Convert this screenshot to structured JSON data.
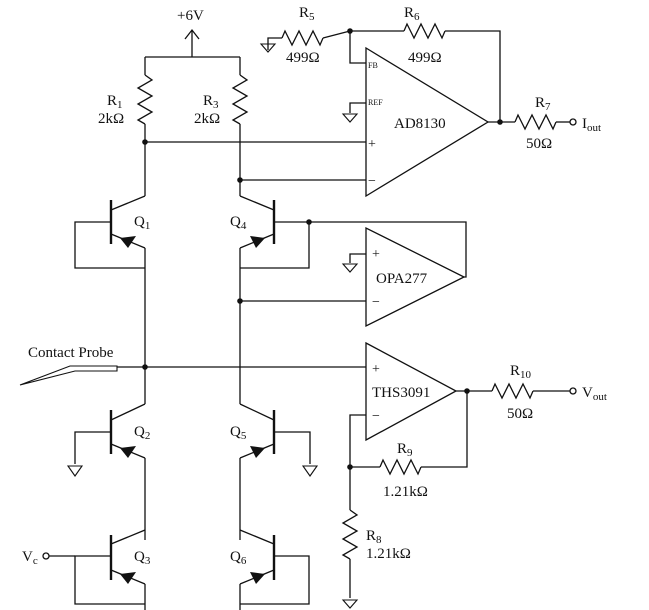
{
  "supply": {
    "label": "+6V"
  },
  "resistors": {
    "r1": {
      "name": "R",
      "sub": "1",
      "value": "2kΩ"
    },
    "r3": {
      "name": "R",
      "sub": "3",
      "value": "2kΩ"
    },
    "r5": {
      "name": "R",
      "sub": "5",
      "value": "499Ω"
    },
    "r6": {
      "name": "R",
      "sub": "6",
      "value": "499Ω"
    },
    "r7": {
      "name": "R",
      "sub": "7",
      "value": "50Ω"
    },
    "r8": {
      "name": "R",
      "sub": "8",
      "value": "1.21kΩ"
    },
    "r9": {
      "name": "R",
      "sub": "9",
      "value": "1.21kΩ"
    },
    "r10": {
      "name": "R",
      "sub": "10",
      "value": "50Ω"
    }
  },
  "transistors": {
    "q1": {
      "name": "Q",
      "sub": "1"
    },
    "q2": {
      "name": "Q",
      "sub": "2"
    },
    "q3": {
      "name": "Q",
      "sub": "3"
    },
    "q4": {
      "name": "Q",
      "sub": "4"
    },
    "q5": {
      "name": "Q",
      "sub": "5"
    },
    "q6": {
      "name": "Q",
      "sub": "6"
    }
  },
  "amplifiers": {
    "ad8130": {
      "name": "AD8130",
      "pin_fb": "FB",
      "pin_ref": "REF",
      "plus": "+",
      "minus": "−"
    },
    "opa277": {
      "name": "OPA277",
      "plus": "+",
      "minus": "−"
    },
    "ths3091": {
      "name": "THS3091",
      "plus": "+",
      "minus": "−"
    }
  },
  "terminals": {
    "iout": {
      "name": "I",
      "sub": "out"
    },
    "vout": {
      "name": "V",
      "sub": "out"
    },
    "vc": {
      "name": "V",
      "sub": "c"
    }
  },
  "probe": {
    "label": "Contact Probe"
  }
}
